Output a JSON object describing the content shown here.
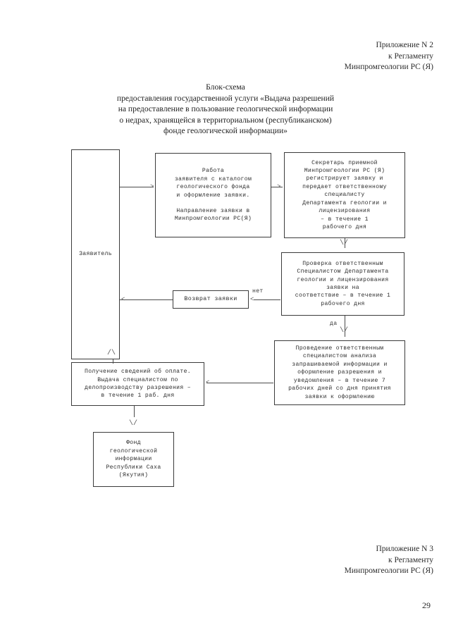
{
  "header_ref": {
    "lines": [
      "Приложение N 2",
      "к Регламенту",
      "Минпромгеологии РС (Я)"
    ]
  },
  "footer_ref": {
    "lines": [
      "Приложение N 3",
      "к Регламенту",
      "Минпромгеологии РС (Я)"
    ]
  },
  "page_number": "29",
  "title": {
    "lines": [
      "Блок-схема",
      "предоставления государственной услуги «Выдача разрешений",
      "на предоставление в пользование геологической информации",
      "о недрах, хранящейся в территориальном (республиканском)",
      "фонде геологической информации»"
    ]
  },
  "diagram": {
    "type": "flowchart",
    "nodes": {
      "applicant": {
        "label": "Заявитель",
        "lines": [
          "Заявитель"
        ]
      },
      "work": {
        "lines": [
          "Работа",
          "заявителя с каталогом",
          "геологического фонда",
          "и оформление заявки.",
          "",
          "Направление заявки в",
          "Минпромгеологии РС(Я)"
        ]
      },
      "secretary": {
        "lines": [
          "Секретарь приемной",
          "Минпромгеологии РС (Я)",
          "регистрирует заявку и",
          "передает ответственному",
          "специалисту",
          "Департамента геологии и",
          "лицензирования",
          "– в течение 1",
          "рабочего дня"
        ]
      },
      "check": {
        "lines": [
          "Проверка ответственным",
          "Специалистом Департамента",
          "геологии и лицензирования",
          "заявки на",
          "соответствие – в течение 1",
          "рабочего дня"
        ]
      },
      "return": {
        "lines": [
          "Возврат заявки"
        ]
      },
      "analysis": {
        "lines": [
          "Проведение ответственным",
          "специалистом анализа",
          "запрашиваемой информации и",
          "оформление разрешения и",
          "уведомления – в течение 7",
          "рабочих дней со дня принятия",
          "заявки к оформлению"
        ]
      },
      "payment": {
        "lines": [
          "Получение сведений об оплате.",
          "Выдача специалистом по",
          "делопроизводству разрешения –",
          "в течение 1 раб. дня"
        ]
      },
      "fund": {
        "lines": [
          "Фонд",
          "геологической",
          "информации",
          "Республики Саха",
          "(Якутия)"
        ]
      }
    },
    "edge_labels": {
      "no": "нет",
      "yes": "да"
    },
    "arrow_glyphs": {
      "down": "\\/",
      "up": "/\\",
      "right": ">",
      "left": "<"
    }
  }
}
